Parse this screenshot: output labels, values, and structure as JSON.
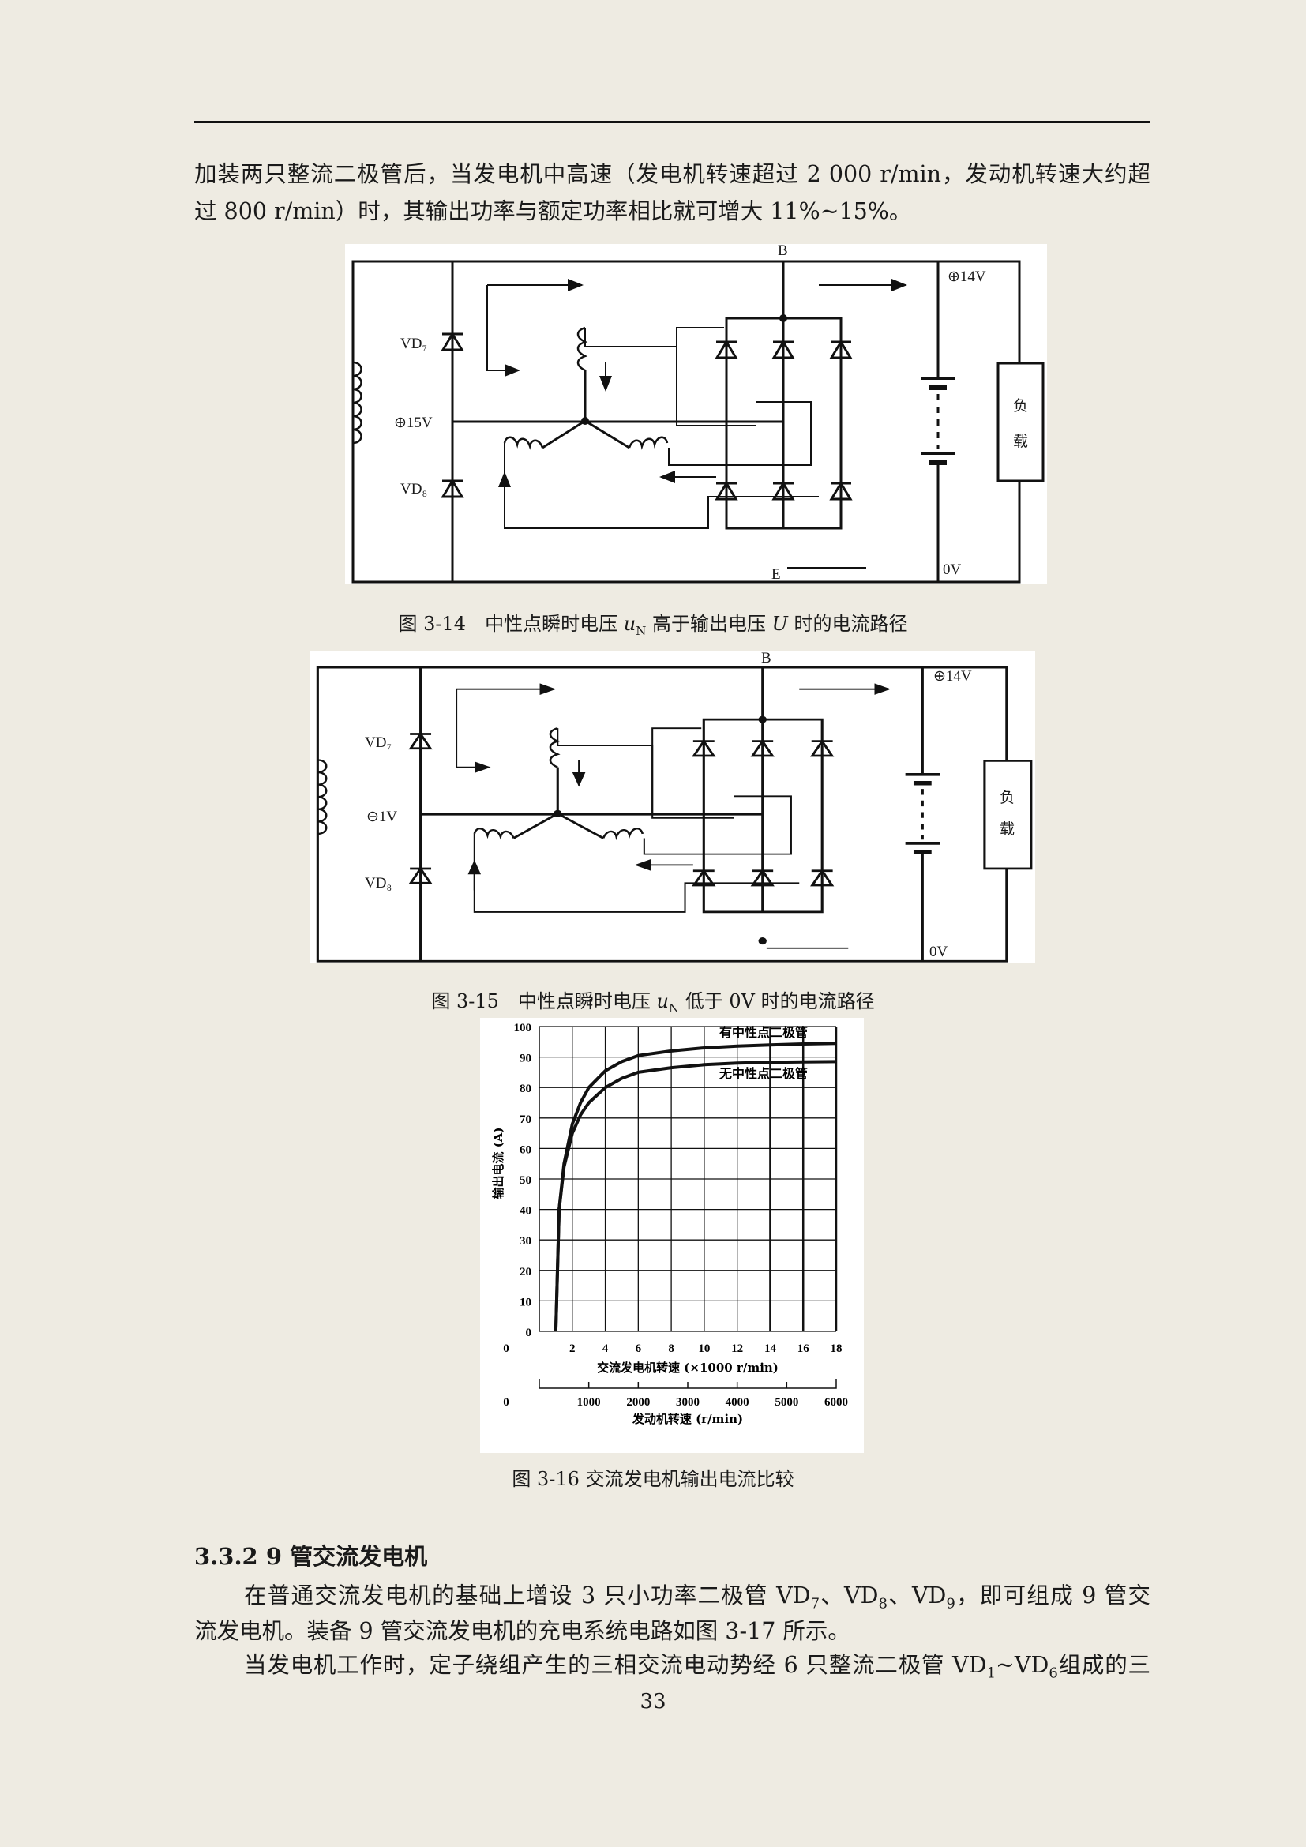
{
  "paragraph1": {
    "lines": [
      "加装两只整流二极管后，当发电机中高速（发电机转速超过 2 000 r/min，发动机转速大约超",
      "过 800 r/min）时，其输出功率与额定功率相比就可增大 11%~15%。"
    ]
  },
  "fig314": {
    "labels": {
      "B": "B",
      "plus14": "⊕14V",
      "vd7": "VD₇",
      "plus15": "⊕15V",
      "vd8": "VD₈",
      "E": "E",
      "zero": "0V",
      "load1": "负",
      "load2": "载"
    },
    "caption": {
      "num": "图 3-14",
      "pre": "中性点瞬时电压 ",
      "u": "u",
      "sub": "N",
      "mid": " 高于输出电压 ",
      "U": "U",
      "post": " 时的电流路径"
    }
  },
  "fig315": {
    "labels": {
      "B": "B",
      "plus14": "⊕14V",
      "vd7": "VD₇",
      "minus1": "⊖1V",
      "vd8": "VD₈",
      "zero": "0V",
      "load1": "负",
      "load2": "载"
    },
    "caption": {
      "num": "图 3-15",
      "pre": "中性点瞬时电压 ",
      "u": "u",
      "sub": "N",
      "post": " 低于 0V 时的电流路径"
    }
  },
  "chart_data": {
    "type": "line",
    "title": "",
    "xlabel": "交流发电机转速 (×1000 r/min)",
    "x2label": "发动机转速 (r/min)",
    "ylabel": "输出电流 (A)",
    "xlim": [
      0,
      18
    ],
    "ylim": [
      0,
      100
    ],
    "x_ticks": [
      "0",
      "2",
      "4",
      "6",
      "8",
      "10",
      "12",
      "14",
      "16",
      "18"
    ],
    "x2_ticks": [
      "0",
      "1000",
      "2000",
      "3000",
      "4000",
      "5000",
      "6000"
    ],
    "y_ticks": [
      "0",
      "10",
      "20",
      "30",
      "40",
      "50",
      "60",
      "70",
      "80",
      "90",
      "100"
    ],
    "grid": true,
    "series": [
      {
        "name": "有中性点二极管",
        "x": [
          1,
          1.1,
          1.2,
          1.5,
          2,
          2.5,
          3,
          4,
          5,
          6,
          8,
          10,
          12,
          14,
          16,
          18
        ],
        "y": [
          0,
          20,
          40,
          55,
          68,
          75,
          80,
          85.5,
          88.5,
          90.5,
          92,
          93,
          93.6,
          94,
          94.3,
          94.5
        ]
      },
      {
        "name": "无中性点二极管",
        "x": [
          1,
          1.1,
          1.2,
          1.5,
          2,
          2.5,
          3,
          4,
          5,
          6,
          8,
          10,
          12,
          14,
          16,
          18
        ],
        "y": [
          0,
          20,
          40,
          54,
          65,
          71,
          75,
          80,
          83,
          85,
          86.5,
          87.5,
          88,
          88.3,
          88.4,
          88.5
        ]
      }
    ]
  },
  "fig316": {
    "caption": "图 3-16 交流发电机输出电流比较"
  },
  "section": {
    "heading": "3.3.2 9 管交流发电机"
  },
  "paragraph2": {
    "l1a": "在普通交流发电机的基础上增设 3 只小功率二极管 VD",
    "s7": "7",
    "l1b": "、VD",
    "s8": "8",
    "l1c": "、VD",
    "s9": "9",
    "l1d": "，即可组成 9 管交",
    "l2": "流发电机。装备 9 管交流发电机的充电系统电路如图 3-17 所示。"
  },
  "paragraph3": {
    "a": "当发电机工作时，定子绕组产生的三相交流电动势经 6 只整流二极管 VD",
    "s1": "1",
    "b": "~VD",
    "s6": "6",
    "c": "组成的三"
  },
  "page_number": "33"
}
